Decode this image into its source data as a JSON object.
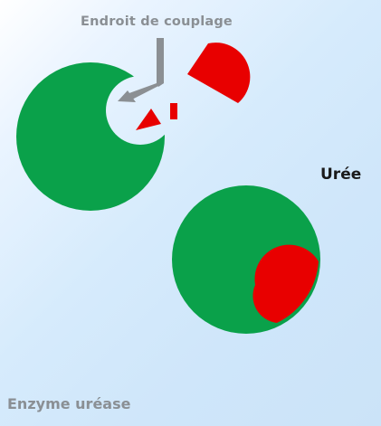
{
  "labels": {
    "coupling_site": "Endroit de couplage",
    "urea": "Urée",
    "enzyme": "Enzyme uréase"
  },
  "colors": {
    "enzyme": "#0aa14a",
    "substrate": "#e80000",
    "arrow": "#8b8f93",
    "label_gray": "#8a8f94",
    "label_dark": "#1a1a1a",
    "background_light": "#eaf4ff",
    "background_dark": "#cbe3f8"
  },
  "icons": {
    "arrow": "arrow-down-left-icon"
  }
}
